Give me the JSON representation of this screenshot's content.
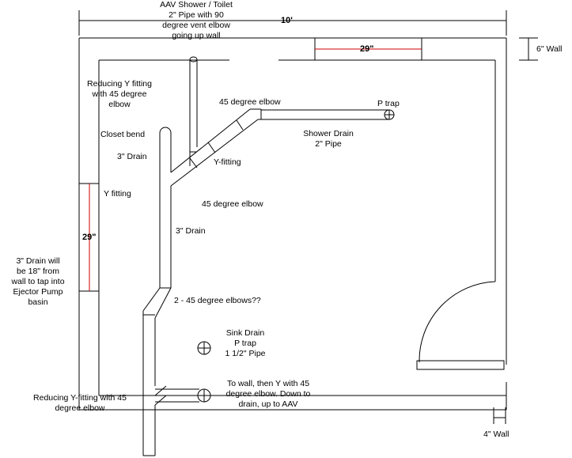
{
  "dimensions": {
    "overall_width": "10'",
    "top_window": "29\"",
    "left_window": "29\"",
    "top_wall": "6\" Wall",
    "bottom_wall": "4\" Wall"
  },
  "labels": {
    "aav": [
      "AAV Shower / Toilet",
      "2\" Pipe with 90",
      "degree vent elbow",
      "going up wall"
    ],
    "reducing_y": [
      "Reducing Y fitting",
      "with 45 degree",
      "elbow"
    ],
    "elbow_45_top": "45 degree elbow",
    "p_trap_shower": "P trap",
    "shower_drain": [
      "Shower Drain",
      "2\" Pipe"
    ],
    "closet_bend": "Closet bend",
    "drain_3_upper": "3\" Drain",
    "y_fitting_mid": "Y-fitting",
    "y_fitting_left": "Y fitting",
    "elbow_45_mid": "45 degree elbow",
    "drain_3_lower": "3\" Drain",
    "drain_note": [
      "3\" Drain will",
      "be 18\" from",
      "wall to tap into",
      "Ejector Pump",
      "basin"
    ],
    "elbows_two": "2  - 45 degree elbows??",
    "sink_drain": [
      "Sink Drain",
      "P trap",
      "1 1/2\" Pipe"
    ],
    "to_wall": [
      "To wall, then Y with 45",
      "degree elbow.  Down to",
      "drain, up to AAV"
    ],
    "reducing_y_bottom": [
      "Reducing Y-fitting with 45",
      "degree elbow"
    ]
  },
  "colors": {
    "line": "#000000",
    "dimension": "#cc0000"
  }
}
